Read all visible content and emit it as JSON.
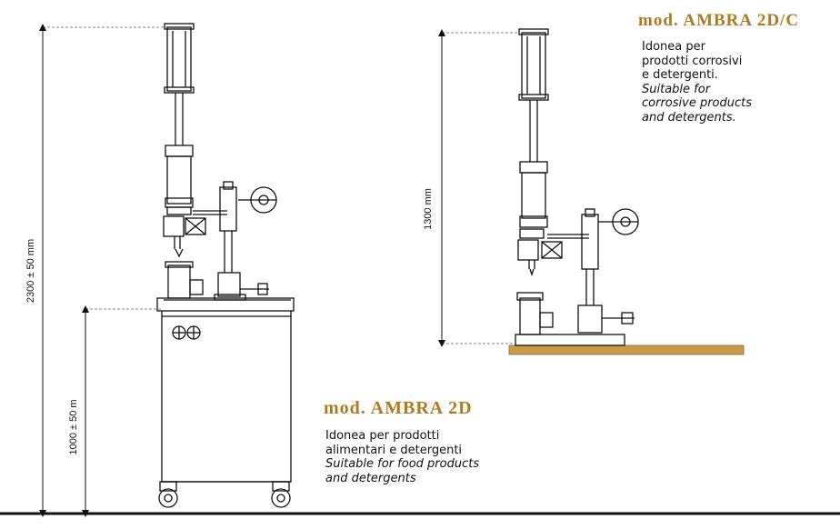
{
  "model_2dc": {
    "title": "mod. AMBRA 2D/C",
    "desc_it": [
      "Idonea per",
      "prodotti corrosivi",
      "e detergenti."
    ],
    "desc_en": [
      "Suitable for",
      "corrosive products",
      "and detergents."
    ],
    "height_label": "1300 mm"
  },
  "model_2d": {
    "title": "mod. AMBRA 2D",
    "desc_it": [
      "Idonea per prodotti",
      "alimentari e detergenti"
    ],
    "desc_en": [
      "Suitable for food products",
      "and detergents"
    ],
    "total_height_label": "2300 ± 50 mm",
    "base_height_label": "1000 ± 50 m"
  },
  "colors": {
    "title_gold": "#b07a20",
    "base_plate": "#c89a4a",
    "line": "#111111"
  }
}
